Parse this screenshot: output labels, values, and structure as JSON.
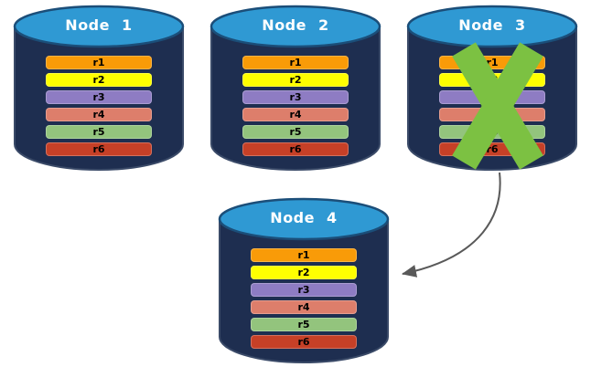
{
  "diagram_type": "database-replication-failover",
  "colors": {
    "background": "#FFFFFF",
    "cylinder_body": "#1E2E50",
    "cylinder_top": "#2F99D3",
    "cylinder_outline": "#3A4A68",
    "cylinder_top_outline": "#1B4E79",
    "title_text": "#FFFFFF",
    "row_text": "#000000",
    "failure_x": "#7CC142",
    "arrow": "#595959"
  },
  "nodes": [
    {
      "id": "node-1",
      "title": "Node 1",
      "failed": false,
      "rows": [
        {
          "label": "r1",
          "color": "#F99B08"
        },
        {
          "label": "r2",
          "color": "#FFFF00"
        },
        {
          "label": "r3",
          "color": "#8E7CC3"
        },
        {
          "label": "r4",
          "color": "#DD7E6B"
        },
        {
          "label": "r5",
          "color": "#93C47D"
        },
        {
          "label": "r6",
          "color": "#C64027"
        }
      ]
    },
    {
      "id": "node-2",
      "title": "Node 2",
      "failed": false,
      "rows": [
        {
          "label": "r1",
          "color": "#F99B08"
        },
        {
          "label": "r2",
          "color": "#FFFF00"
        },
        {
          "label": "r3",
          "color": "#8E7CC3"
        },
        {
          "label": "r4",
          "color": "#DD7E6B"
        },
        {
          "label": "r5",
          "color": "#93C47D"
        },
        {
          "label": "r6",
          "color": "#C64027"
        }
      ]
    },
    {
      "id": "node-3",
      "title": "Node 3",
      "failed": true,
      "rows": [
        {
          "label": "r1",
          "color": "#F99B08"
        },
        {
          "label": "r2",
          "color": "#FFFF00"
        },
        {
          "label": "r3",
          "color": "#8E7CC3"
        },
        {
          "label": "r4",
          "color": "#DD7E6B"
        },
        {
          "label": "r5",
          "color": "#93C47D"
        },
        {
          "label": "r6",
          "color": "#C64027"
        }
      ]
    },
    {
      "id": "node-4",
      "title": "Node 4",
      "failed": false,
      "rows": [
        {
          "label": "r1",
          "color": "#F99B08"
        },
        {
          "label": "r2",
          "color": "#FFFF00"
        },
        {
          "label": "r3",
          "color": "#8E7CC3"
        },
        {
          "label": "r4",
          "color": "#DD7E6B"
        },
        {
          "label": "r5",
          "color": "#93C47D"
        },
        {
          "label": "r6",
          "color": "#C64027"
        }
      ]
    }
  ],
  "connections": [
    {
      "from": "node-3",
      "to": "node-4",
      "type": "curved-arrow"
    }
  ],
  "icons": {
    "failure_x": "x-mark-icon",
    "failover_arrow": "curved-arrow-icon"
  }
}
